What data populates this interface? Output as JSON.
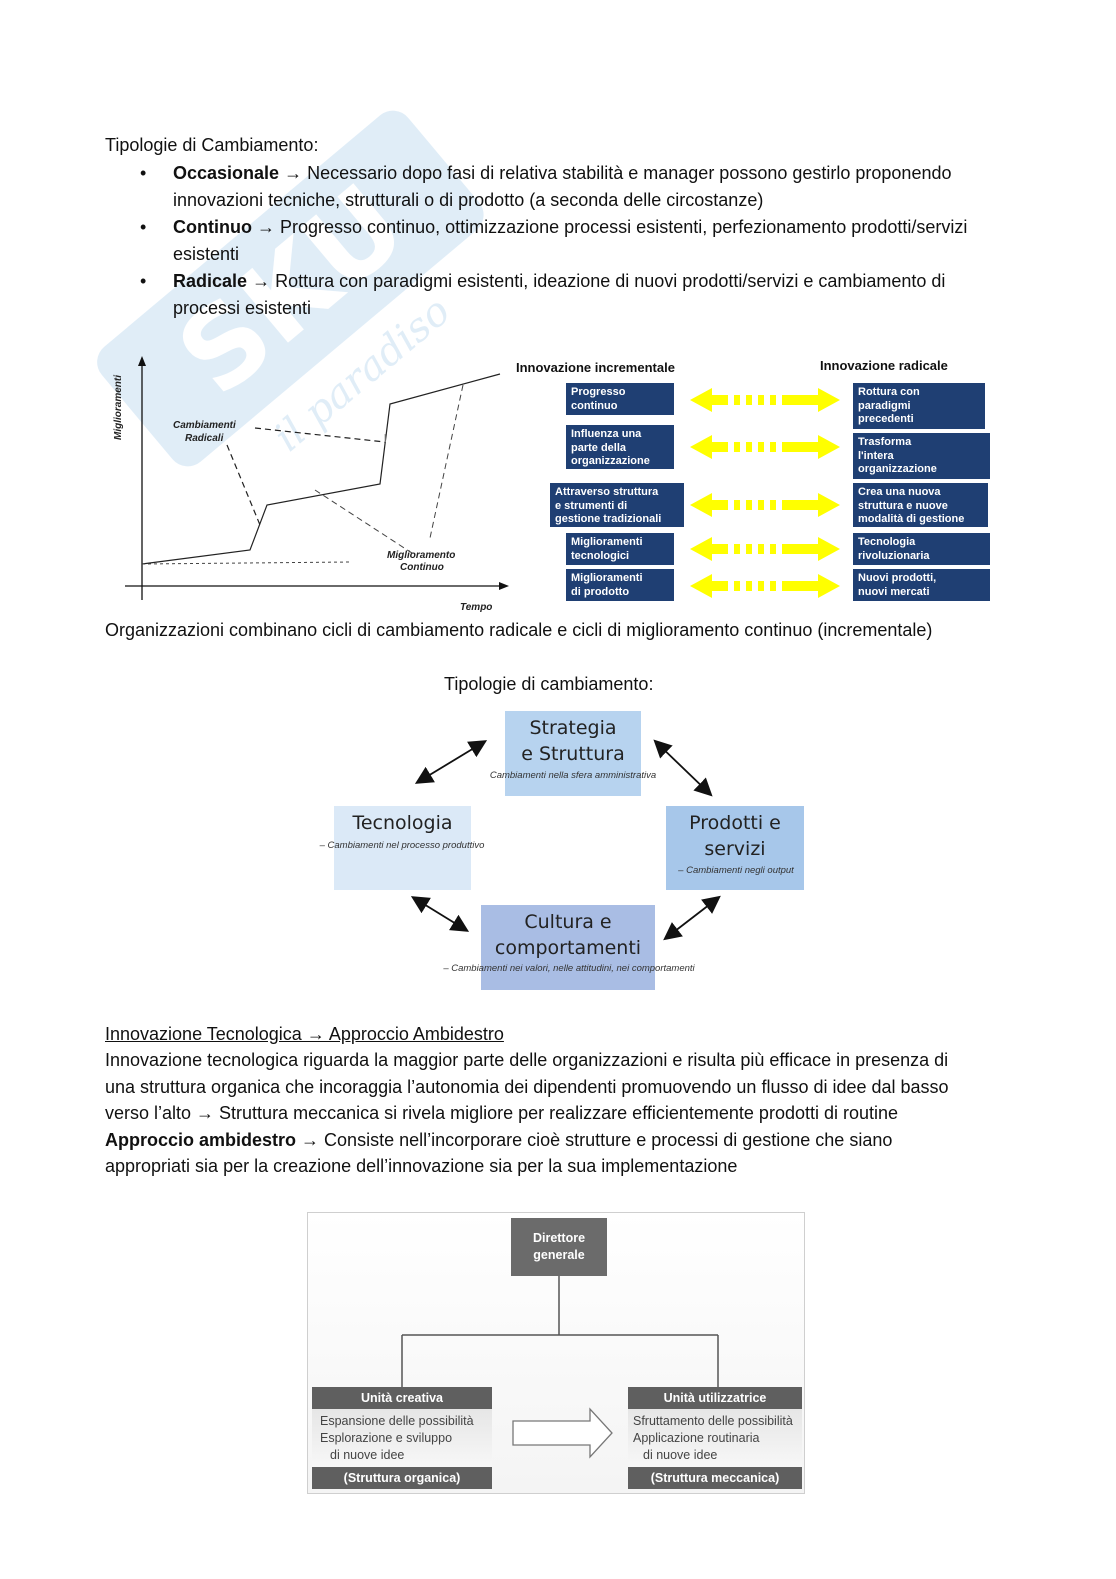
{
  "intro": {
    "heading": "Tipologie di Cambiamento:",
    "items": [
      {
        "term": "Occasionale",
        "arrow": "→",
        "text": "Necessario dopo fasi di relativa stabilità e manager possono gestirlo proponendo",
        "text2": "innovazioni tecniche, strutturali o di prodotto (a seconda delle circostanze)"
      },
      {
        "term": "Continuo",
        "arrow": "→",
        "text": "Progresso continuo, ottimizzazione processi esistenti, perfezionamento prodotti/servizi",
        "text2": "esistenti"
      },
      {
        "term": "Radicale",
        "arrow": "→",
        "text": "Rottura con paradigmi esistenti, ideazione di nuovi prodotti/servizi e cambiamento di",
        "text2": "processi esistenti"
      }
    ]
  },
  "chart": {
    "ylabel": "Miglioramenti",
    "xlabel": "Tempo",
    "label_radical": [
      "Cambiamenti",
      "Radicali"
    ],
    "label_continuous": [
      "Miglioramento",
      "Continuo"
    ]
  },
  "comparison": {
    "head_incremental": "Innovazione incrementale",
    "head_radical": "Innovazione radicale",
    "rows": [
      {
        "left": [
          "Progresso",
          "continuo"
        ],
        "right": [
          "Rottura con",
          "paradigmi",
          "precedenti"
        ]
      },
      {
        "left": [
          "Influenza una",
          "parte della",
          "organizzazione"
        ],
        "right": [
          "Trasforma",
          "l'intera",
          "organizzazione"
        ]
      },
      {
        "left": [
          "Attraverso struttura",
          "e strumenti di",
          "gestione tradizionali"
        ],
        "right": [
          "Crea una nuova",
          "struttura e nuove",
          "modalità di gestione"
        ]
      },
      {
        "left": [
          "Miglioramenti",
          "tecnologici"
        ],
        "right": [
          "Tecnologia",
          "rivoluzionaria"
        ]
      },
      {
        "left": [
          "Miglioramenti",
          "di prodotto"
        ],
        "right": [
          "Nuovi prodotti,",
          "nuovi mercati"
        ]
      }
    ],
    "colors": {
      "box": "#1f3f73",
      "arrow": "#ffff00"
    }
  },
  "caption1": "Organizzazioni combinano cicli di cambiamento radicale e cicli di miglioramento continuo (incrementale)",
  "change_types": {
    "title": "Tipologie di cambiamento:",
    "strategy": {
      "t1": "Strategia",
      "t2": "e Struttura",
      "sub": "Cambiamenti nella sfera amministrativa"
    },
    "technology": {
      "t1": "Tecnologia",
      "sub": "– Cambiamenti nel processo produttivo"
    },
    "products": {
      "t1": "Prodotti e",
      "t2": "servizi",
      "sub": "– Cambiamenti negli output"
    },
    "culture": {
      "t1": "Cultura e",
      "t2": "comportamenti",
      "sub": "– Cambiamenti nei valori, nelle attitudini, nei comportamenti"
    }
  },
  "section2": {
    "heading": "Innovazione Tecnologica → Approccio Ambidestro",
    "lines": [
      "Innovazione tecnologica riguarda la maggior parte delle organizzazioni e risulta più efficace in presenza di",
      "una struttura organica che incoraggia l’autonomia dei dipendenti promuovendo un flusso di idee dal basso",
      "verso l’alto → Struttura meccanica si rivela migliore per realizzare efficientemente prodotti di routine"
    ],
    "bold_term": "Approccio ambidestro",
    "bold_rest": "→ Consiste nell’incorporare cioè strutture e processi di gestione che siano",
    "last_line": "appropriati sia per la creazione dell’innovazione sia per la sua implementazione"
  },
  "org": {
    "director": [
      "Direttore",
      "generale"
    ],
    "creative": {
      "title": "Unità creativa",
      "l1": "Espansione delle possibilità",
      "l2": "Esplorazione e sviluppo",
      "l3": "di nuove idee",
      "footer": "(Struttura organica)"
    },
    "user": {
      "title": "Unità utilizzatrice",
      "l1": "Sfruttamento delle possibilità",
      "l2": "Applicazione routinaria",
      "l3": "di nuove idee",
      "footer": "(Struttura meccanica)"
    }
  }
}
